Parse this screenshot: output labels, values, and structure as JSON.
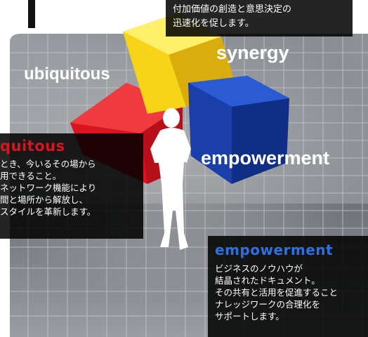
{
  "colors": {
    "accent_red": "#d8141d",
    "accent_blue": "#1a3fa8",
    "cube_yellow": "#f7d417",
    "panel_bg": "#000000",
    "wall": "#8a8d92"
  },
  "scene_labels": {
    "ubiquitous": "ubiquitous",
    "synergy": "synergy",
    "empowerment": "empowerment"
  },
  "top_panel": {
    "lines": [
      "付加価値の創造と意思決定の",
      "迅速化を促します。"
    ]
  },
  "ubiquitous_panel": {
    "heading": "quitous",
    "lines": [
      "とき、今いるその場から",
      "用できること。",
      "ネットワーク機能により",
      "間と場所から解放し、",
      "スタイルを革新します。"
    ]
  },
  "empowerment_panel": {
    "heading": "empowerment",
    "lines": [
      "ビジネスのノウハウが",
      "結晶されたドキュメント。",
      "その共有と活用を促進すること",
      "ナレッジワークの合理化を",
      "サポートします。"
    ]
  }
}
